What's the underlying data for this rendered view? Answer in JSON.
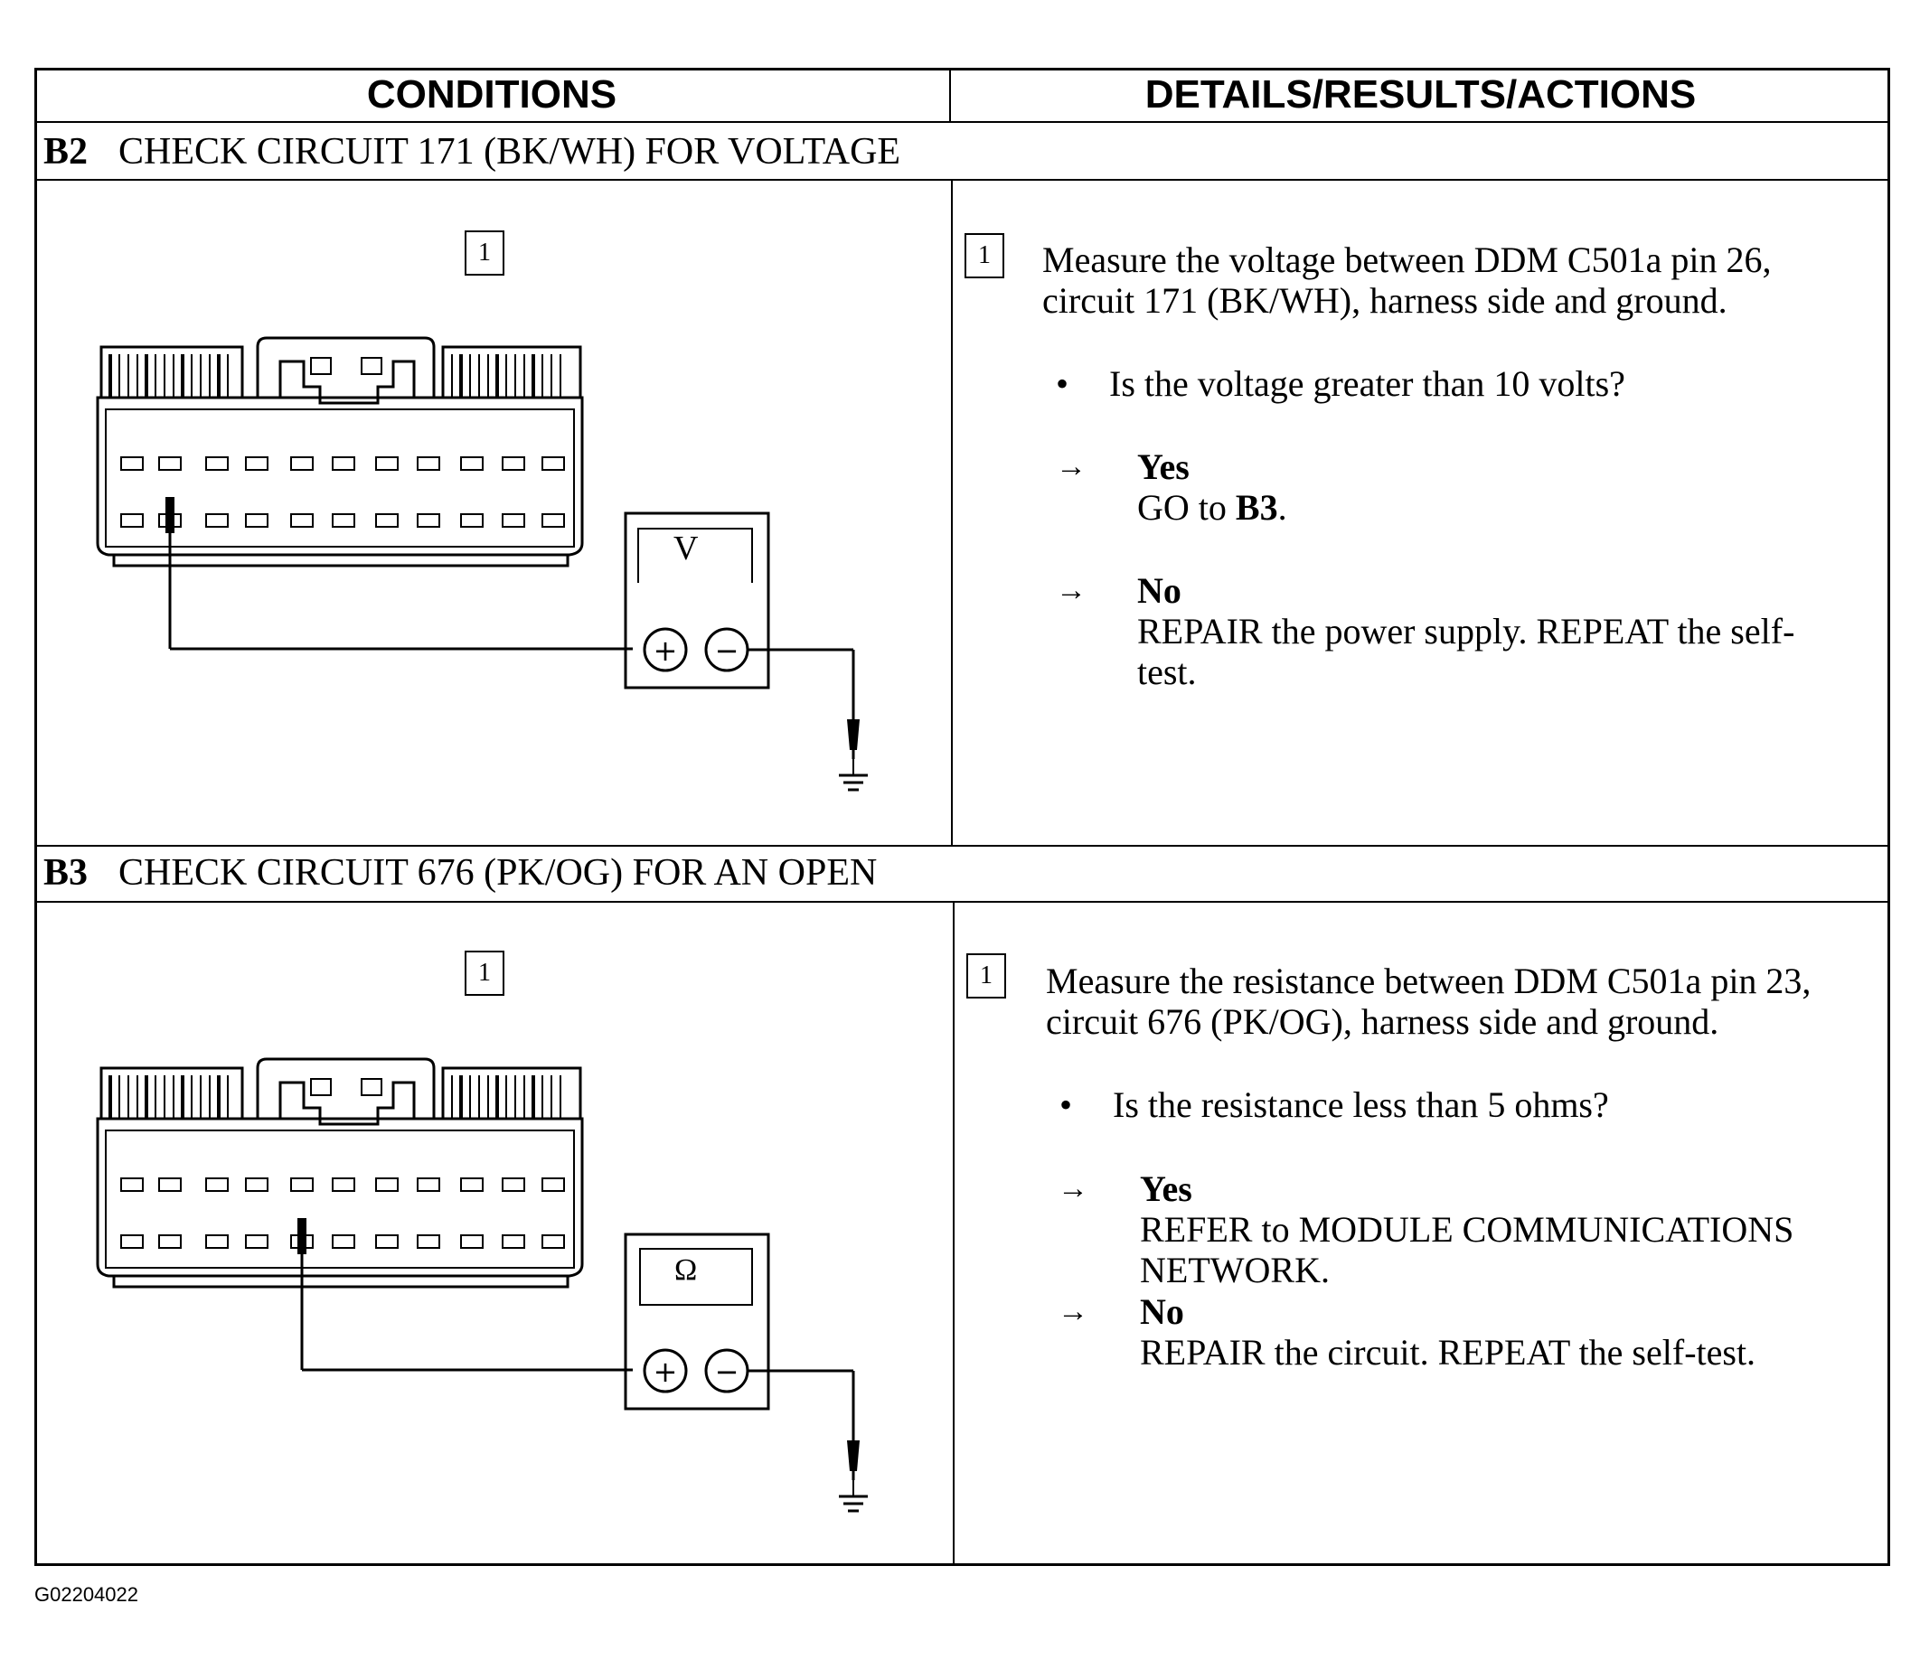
{
  "header": {
    "conditions": "CONDITIONS",
    "details": "DETAILS/RESULTS/ACTIONS"
  },
  "steps": [
    {
      "id": "B2",
      "title": "CHECK CIRCUIT 171 (BK/WH) FOR VOLTAGE",
      "box": "1",
      "meter_symbol": "V",
      "instruction": "Measure the voltage between DDM C501a pin 26, circuit 171 (BK/WH), harness side and ground.",
      "question": "Is the voltage greater than 10 volts?",
      "bullet": "•",
      "arrow": "→",
      "yes_label": "Yes",
      "yes_action_prefix": "GO to ",
      "yes_action_bold": "B3",
      "yes_action_suffix": ".",
      "no_label": "No",
      "no_action": "REPAIR the power supply. REPEAT the self-test."
    },
    {
      "id": "B3",
      "title": "CHECK CIRCUIT 676 (PK/OG) FOR AN OPEN",
      "box": "1",
      "meter_symbol": "Ω",
      "instruction": "Measure the resistance between DDM C501a pin 23, circuit 676 (PK/OG), harness side and ground.",
      "question": "Is the resistance less than 5 ohms?",
      "bullet": "•",
      "arrow": "→",
      "yes_label": "Yes",
      "yes_action": "REFER to MODULE COMMUNICATIONS NETWORK.",
      "no_label": "No",
      "no_action": "REPAIR the circuit. REPEAT the self-test."
    }
  ],
  "meter_plus": "+",
  "meter_minus": "−",
  "figure_code": "G02204022"
}
